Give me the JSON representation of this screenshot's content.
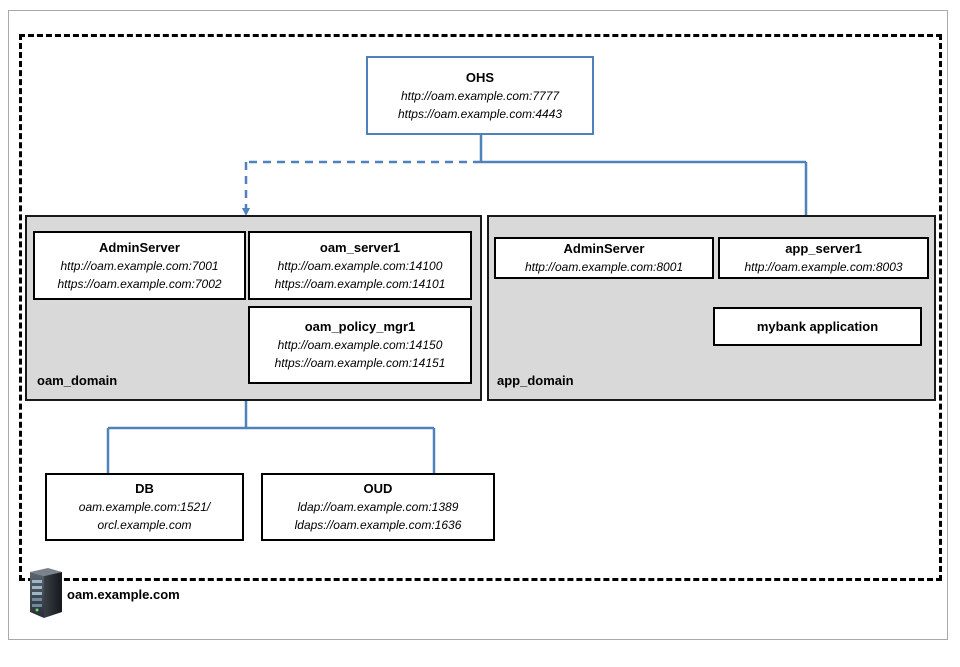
{
  "host": {
    "label": "oam.example.com",
    "icon": "server-tower-icon"
  },
  "ohs": {
    "title": "OHS",
    "lines": [
      "http://oam.example.com:7777",
      "https://oam.example.com:4443"
    ]
  },
  "oam_domain": {
    "label": "oam_domain",
    "admin_server": {
      "title": "AdminServer",
      "lines": [
        "http://oam.example.com:7001",
        "https://oam.example.com:7002"
      ]
    },
    "oam_server1": {
      "title": "oam_server1",
      "lines": [
        "http://oam.example.com:14100",
        "https://oam.example.com:14101"
      ]
    },
    "oam_policy_mgr1": {
      "title": "oam_policy_mgr1",
      "lines": [
        "http://oam.example.com:14150",
        "https://oam.example.com:14151"
      ]
    }
  },
  "app_domain": {
    "label": "app_domain",
    "admin_server": {
      "title": "AdminServer",
      "lines": [
        "http://oam.example.com:8001"
      ]
    },
    "app_server1": {
      "title": "app_server1",
      "lines": [
        "http://oam.example.com:8003"
      ]
    },
    "mybank": {
      "title": "mybank application"
    }
  },
  "db": {
    "title": "DB",
    "lines": [
      "oam.example.com:1521/",
      "orcl.example.com"
    ]
  },
  "oud": {
    "title": "OUD",
    "lines": [
      "ldap://oam.example.com:1389",
      "ldaps://oam.example.com:1636"
    ]
  },
  "colors": {
    "connector": "#4f81bd",
    "domain_fill": "#d9d9d9",
    "ohs_border": "#4f81bd"
  }
}
